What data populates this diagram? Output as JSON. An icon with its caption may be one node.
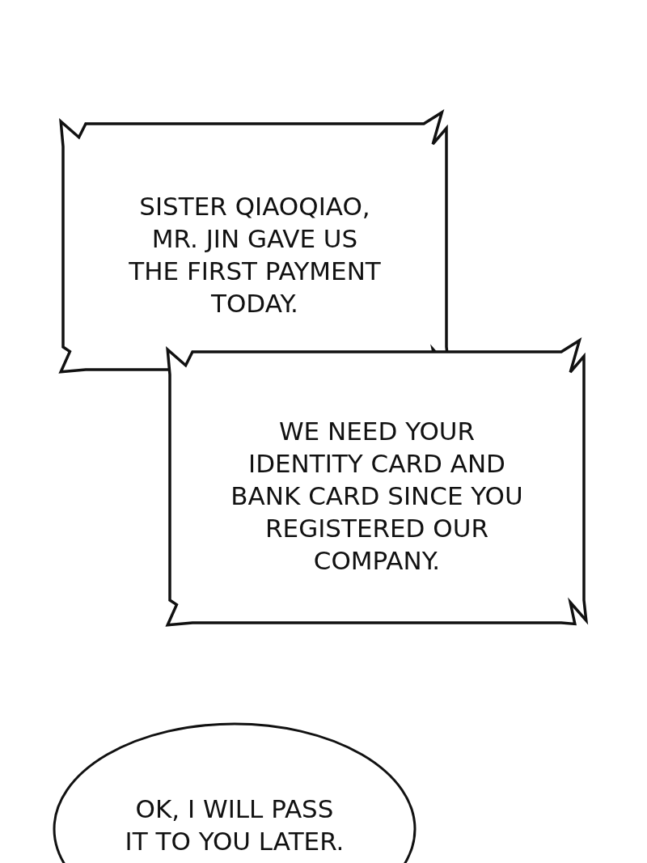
{
  "diagram": {
    "nodes": [
      {
        "text": [
          "SISTER QIAOQIAO, MR. JIN GAVE US THE FIRST PAYMENT TODAY."
        ]
      },
      {
        "text": [
          "WE NEED YOUR IDENTITY CARD AND BANK CARD SINCE YOU REGISTERED OUR COMPANY."
        ]
      },
      {
        "text": [
          "OK, I WILL PASS IT TO YOU LATER."
        ]
      }
    ]
  }
}
